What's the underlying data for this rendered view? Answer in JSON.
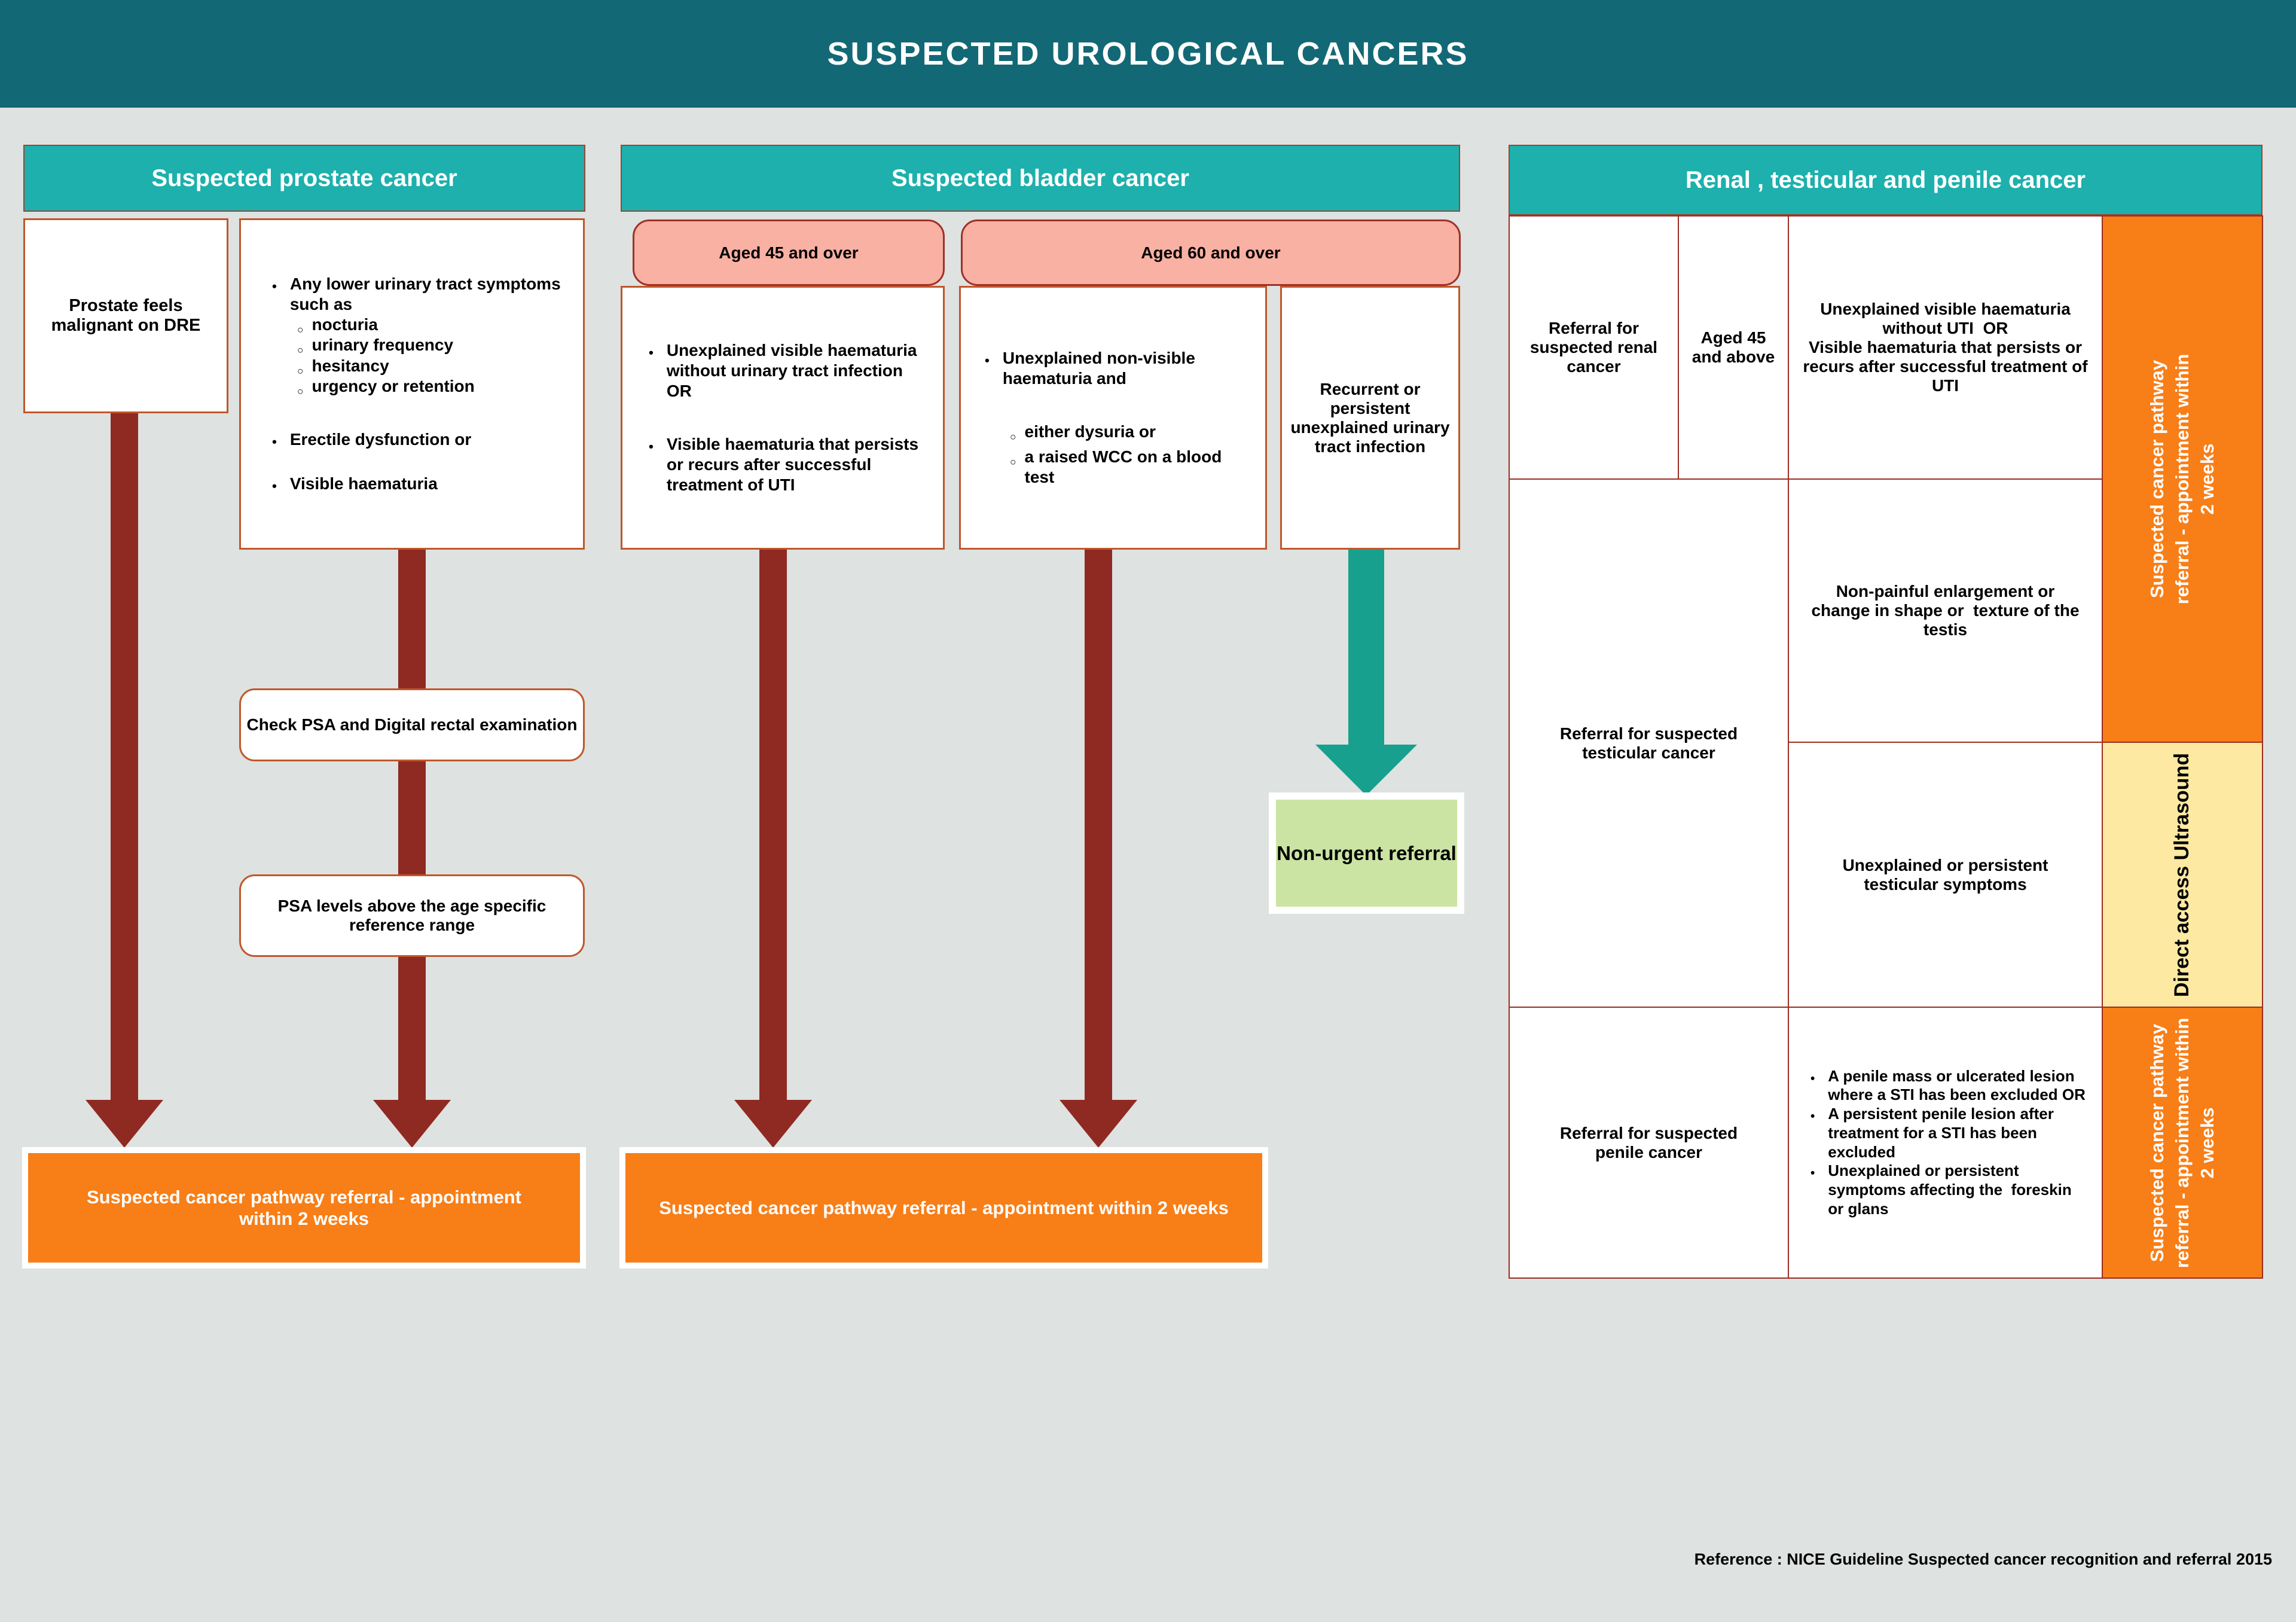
{
  "title": "SUSPECTED UROLOGICAL CANCERS",
  "colors": {
    "banner_teal": "#136876",
    "header_teal": "#1db0ad",
    "pathway_orange": "#f87e17",
    "ultrasound_yellow": "#fde9a2",
    "non_urgent_green": "#cbe4a4",
    "age_pink": "#f8b1a3",
    "arrow_dark_red": "#8f2a22",
    "arrow_teal": "#18a08e",
    "box_border": "#c0572b",
    "table_border": "#9b2d22",
    "background": "#dee2e0"
  },
  "prostate": {
    "header": "Suspected prostate cancer",
    "dre_box": "Prostate feels malignant on DRE",
    "symptoms": {
      "lead": "Any lower urinary tract symptoms such as",
      "subs": [
        "nocturia",
        "urinary frequency",
        "hesitancy",
        "urgency or retention"
      ],
      "others": [
        "Erectile dysfunction or",
        "Visible haematuria"
      ]
    },
    "check_psa": "Check PSA and Digital rectal examination",
    "psa_levels": "PSA levels above the age specific reference range",
    "pathway": "Suspected cancer pathway referral - appointment within 2 weeks"
  },
  "bladder": {
    "header": "Suspected bladder cancer",
    "age45": "Aged 45 and over",
    "age60": "Aged 60 and over",
    "box45_items": [
      "Unexplained visible haematuria without urinary tract infection OR",
      "Visible haematuria that persists or recurs after successful treatment of UTI"
    ],
    "box60_lead": "Unexplained non-visible haematuria and",
    "box60_subs": [
      "either dysuria or",
      "a raised WCC on a blood test"
    ],
    "uti_box": "Recurrent or persistent unexplained urinary tract infection",
    "non_urgent": "Non-urgent referral",
    "pathway": "Suspected cancer pathway referral - appointment within 2 weeks"
  },
  "renal_testicular_penile": {
    "header": "Renal , testicular and penile cancer",
    "renal": {
      "referral": "Referral for suspected renal cancer",
      "age": "Aged 45 and above",
      "criteria_1": "Unexplained visible haematuria without UTI  OR",
      "criteria_2": "Visible haematuria that persists or recurs after successful treatment of UTI"
    },
    "testicular": {
      "referral": "Referral for suspected testicular cancer",
      "criteria_top": "Non-painful enlargement or change in shape or  texture of the testis",
      "criteria_bottom": "Unexplained or persistent testicular symptoms"
    },
    "penile": {
      "referral": "Referral for suspected penile cancer",
      "criteria": [
        "A penile mass or ulcerated lesion where a STI has been excluded OR",
        "A persistent penile lesion after treatment for a STI has been excluded",
        "Unexplained or persistent  symptoms affecting the  foreskin or glans"
      ]
    },
    "strip_pathway": "Suspected cancer pathway referral - appointment within 2 weeks",
    "strip_ultrasound": "Direct access Ultrasound"
  },
  "reference": "Reference : NICE Guideline Suspected cancer recognition and referral 2015"
}
